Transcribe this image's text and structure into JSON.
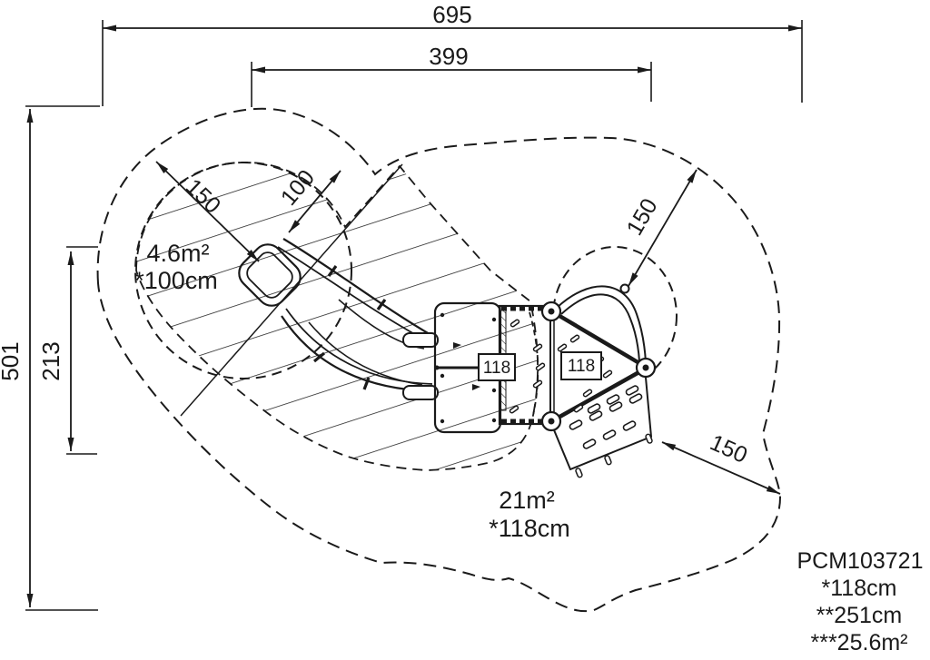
{
  "drawing": {
    "dimensions": {
      "top_width": "695",
      "upper_width": "399",
      "left_height": "501",
      "left_inner_height": "213",
      "radius_top_left": "150",
      "radius_slide_exit": "100",
      "radius_top_right": "150",
      "radius_bottom_right": "150"
    },
    "zones": {
      "slide_exit_zone": {
        "area": "4.6m²",
        "fall_height": "*100cm"
      },
      "main_zone": {
        "area": "21m²",
        "fall_height": "*118cm"
      }
    },
    "platforms": {
      "left_label": "118",
      "right_label": "118"
    },
    "legend": {
      "code": "PCM103721",
      "fall_height": "*118cm",
      "total_height": "**251cm",
      "total_area": "***25.6m²"
    },
    "colors": {
      "line": "#1a1a1a",
      "background": "#ffffff"
    }
  }
}
